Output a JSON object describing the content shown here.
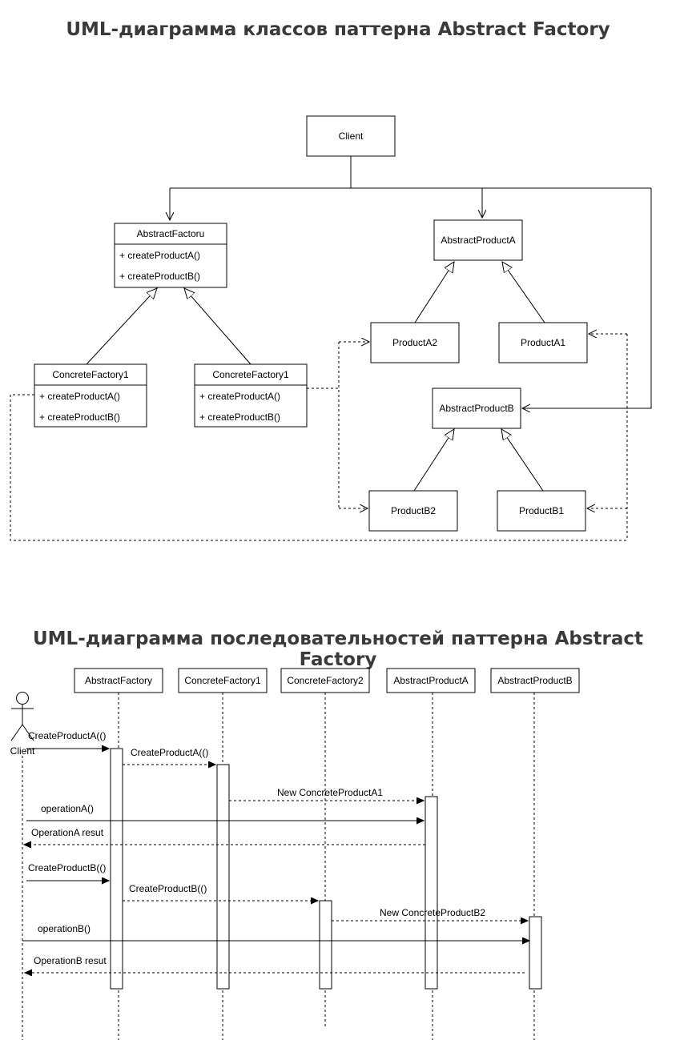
{
  "titles": {
    "class_diagram": "UML-диаграмма классов паттерна Abstract Factory",
    "sequence_diagram": "UML-диаграмма последовательностей паттерна Abstract Factory"
  },
  "class_diagram": {
    "client": "Client",
    "abstract_factory": {
      "name": "AbstractFactoru",
      "methods": [
        "+ createProductA()",
        "+ createProductB()"
      ]
    },
    "concrete_factory_left": {
      "name": "ConcreteFactory1",
      "methods": [
        "+ createProductA()",
        "+ createProductB()"
      ]
    },
    "concrete_factory_right": {
      "name": "ConcreteFactory1",
      "methods": [
        "+ createProductA()",
        "+ createProductB()"
      ]
    },
    "abstract_product_a": "AbstractProductA",
    "product_a2": "ProductA2",
    "product_a1": "ProductA1",
    "abstract_product_b": "AbstractProductB",
    "product_b2": "ProductB2",
    "product_b1": "ProductB1"
  },
  "sequence_diagram": {
    "actor": "Client",
    "participants": [
      "AbstractFactory",
      "ConcreteFactory1",
      "ConcreteFactory2",
      "AbstractProductA",
      "AbstractProductB"
    ],
    "messages": [
      "CreateProductA(()",
      "CreateProductA(()",
      "New ConcreteProductA1",
      "operationA()",
      "OperationA resut",
      "CreateProductB(()",
      "CreateProductB(()",
      "New ConcreteProductB2",
      "operationB()",
      "OperationB resut"
    ]
  }
}
